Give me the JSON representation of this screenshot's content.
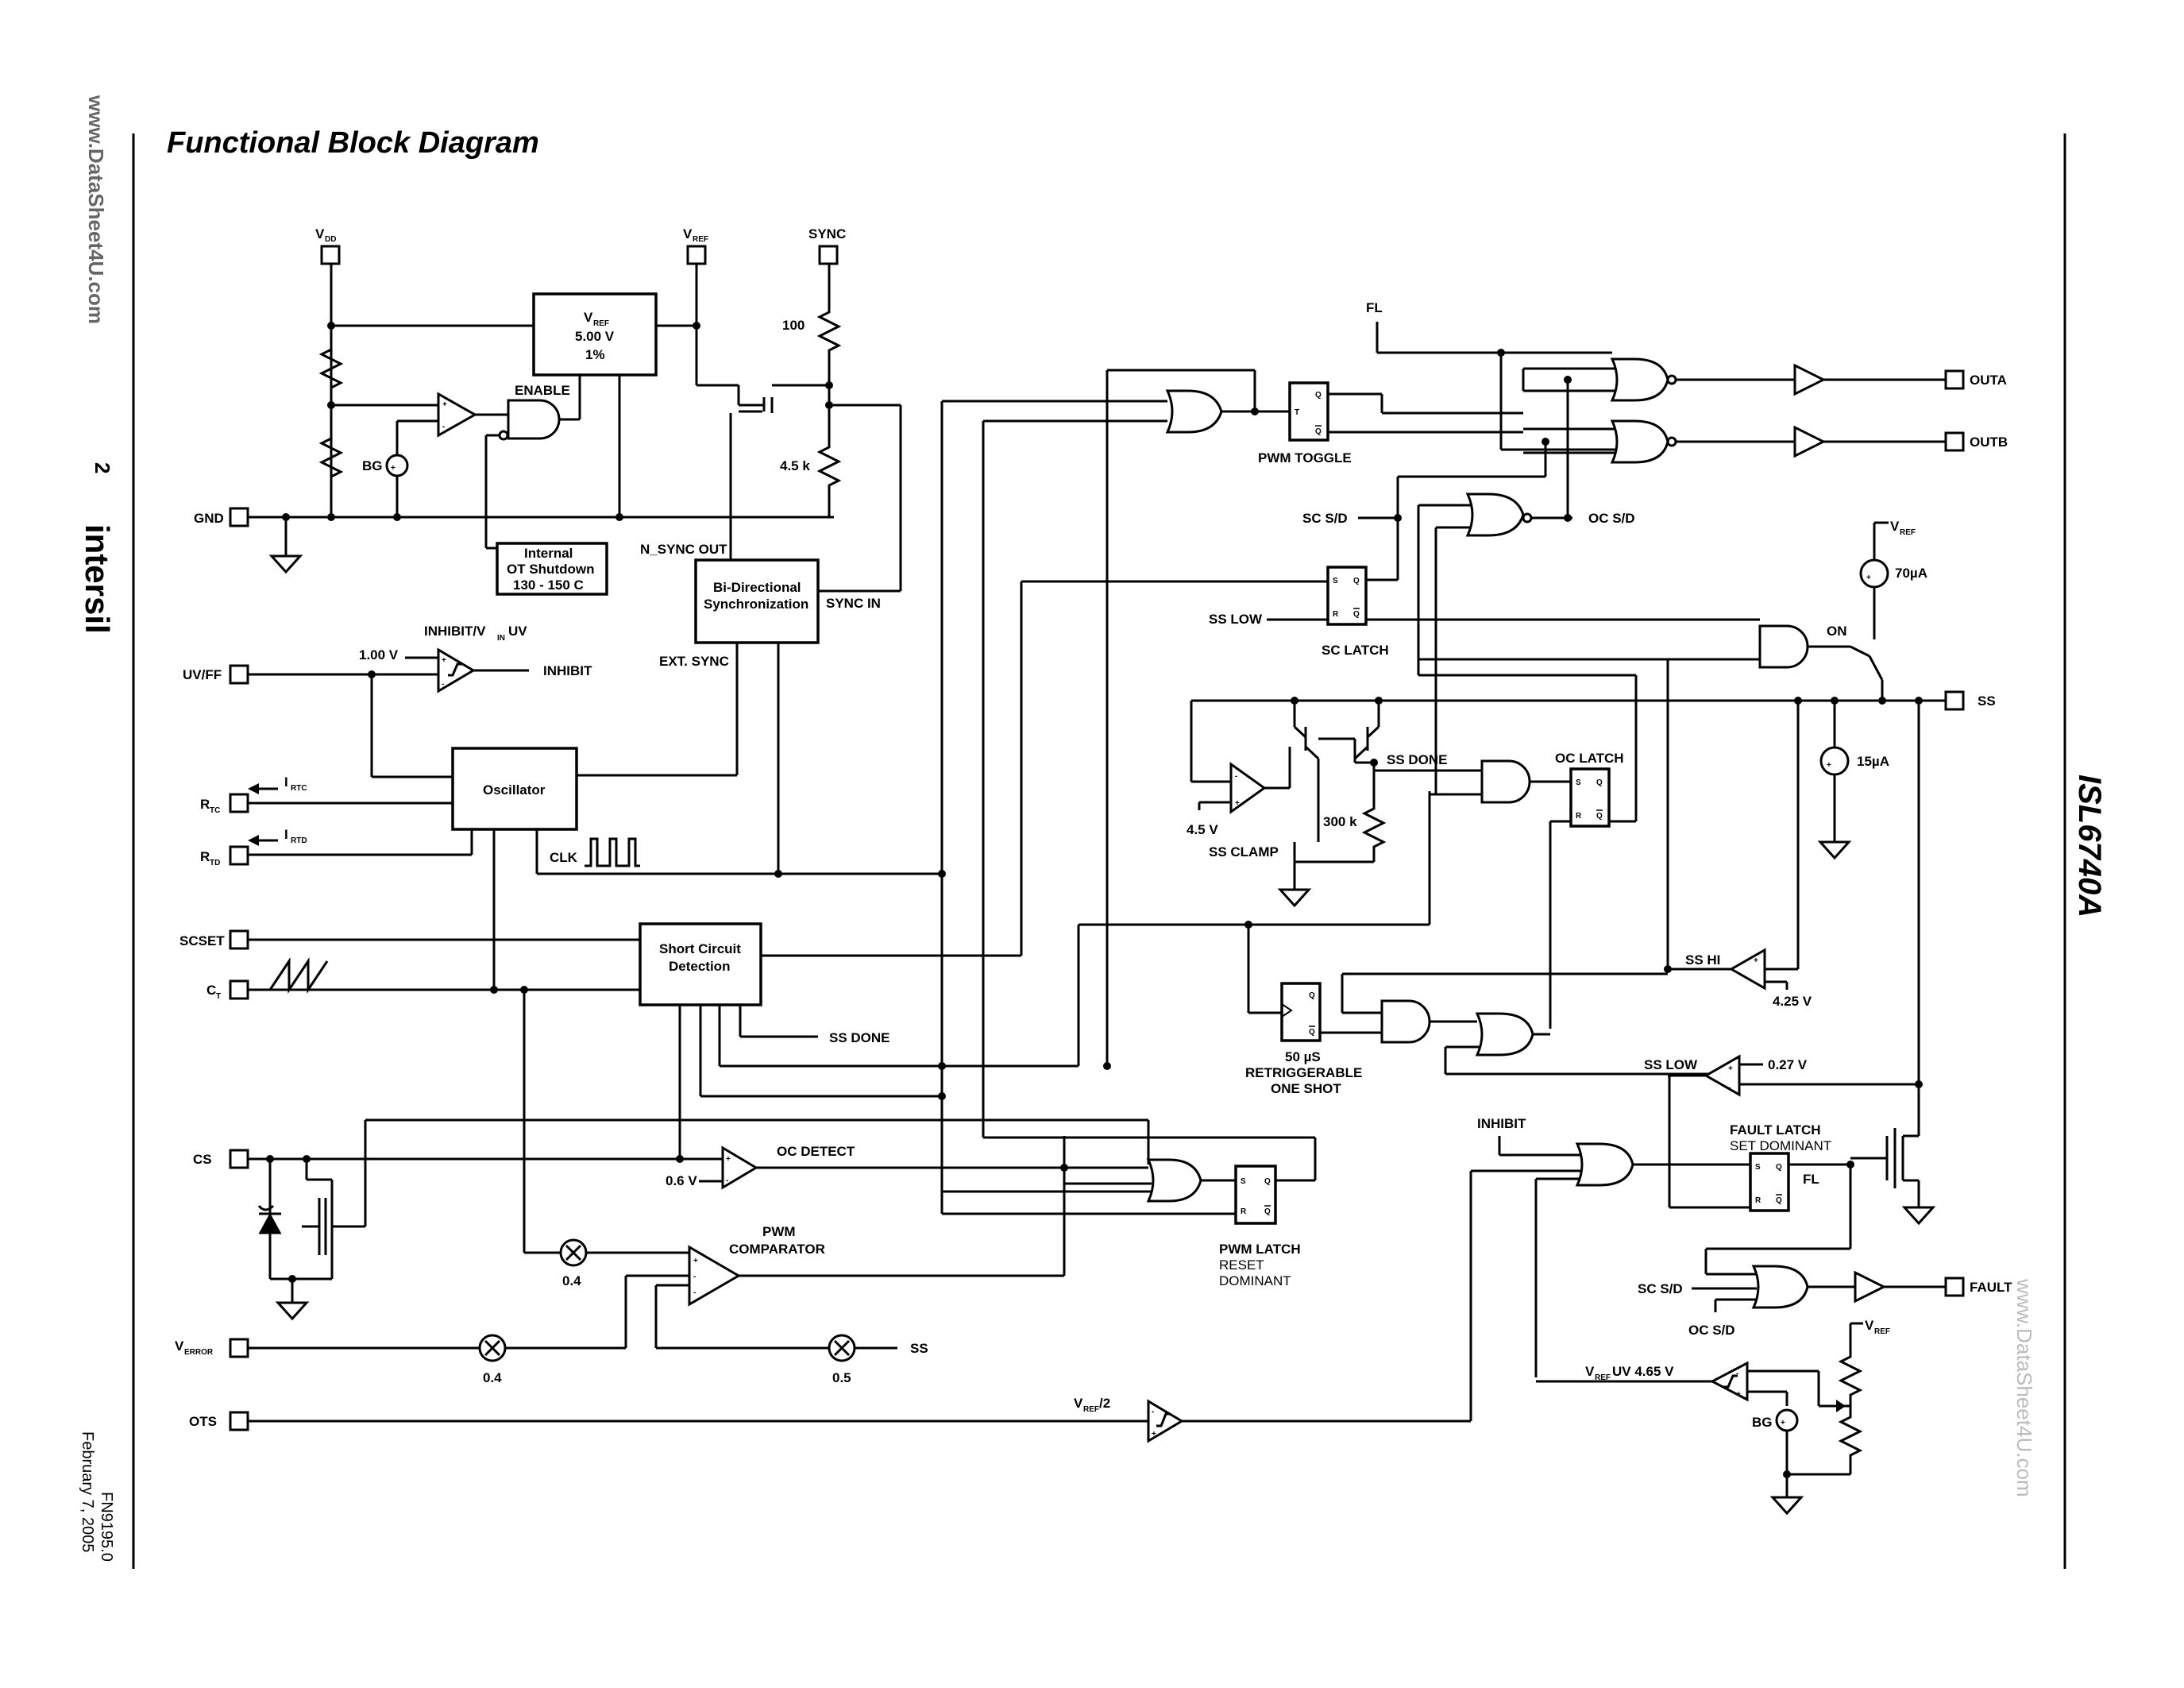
{
  "header": {
    "title": "Functional Block Diagram",
    "part_number": "ISL6740A",
    "page_number": "2",
    "side_url": "www.DataSheet4U.com",
    "logo": "intersil",
    "doc_number": "FN9195.0",
    "date": "February 7, 2005",
    "watermark": "www.DataSheet4U.com"
  },
  "pins": {
    "vdd": "V",
    "vdd_sub": "DD",
    "vref": "V",
    "vref_sub": "REF",
    "sync": "SYNC",
    "gnd": "GND",
    "uvff": "UV/FF",
    "rtc": "R",
    "rtc_sub": "TC",
    "rtd": "R",
    "rtd_sub": "TD",
    "scset": "SCSET",
    "ct": "C",
    "ct_sub": "T",
    "cs": "CS",
    "verror": "V",
    "verror_sub": "ERROR",
    "ots": "OTS",
    "outa": "OUTA",
    "outb": "OUTB",
    "ss": "SS",
    "fault": "FAULT"
  },
  "blocks": {
    "vref_line1": "V",
    "vref_line1_sub": "REF",
    "vref_line2": "5.00 V",
    "vref_line3": "1%",
    "ot_line1": "Internal",
    "ot_line2": "OT Shutdown",
    "ot_line3": "130 - 150 C",
    "bidir_line1": "Bi-Directional",
    "bidir_line2": "Synchronization",
    "oscillator": "Oscillator",
    "scd_line1": "Short Circuit",
    "scd_line2": "Detection"
  },
  "labels": {
    "enable": "ENABLE",
    "bg": "BG",
    "n_sync_out": "N_SYNC OUT",
    "sync_in": "SYNC IN",
    "ext_sync": "EXT. SYNC",
    "r100": "100",
    "r45k": "4.5 k",
    "inhibit_vin_uv": "INHIBIT/V",
    "inhibit_vin_sub": "IN",
    "inhibit_vin_tail": " UV",
    "v100": "1.00 V",
    "inhibit": "INHIBIT",
    "irtc": "I",
    "irtc_sub": "RTC",
    "irtd": "I",
    "irtd_sub": "RTD",
    "clk": "CLK",
    "ss_done": "SS DONE",
    "oc_detect": "OC DETECT",
    "v06": "0.6 V",
    "pwm_comp1": "PWM",
    "pwm_comp2": "COMPARATOR",
    "x04a": "0.4",
    "x04b": "0.4",
    "x05": "0.5",
    "ss_mult": "SS",
    "pwm_latch1": "PWM LATCH",
    "pwm_latch2": "RESET",
    "pwm_latch3": "DOMINANT",
    "vref2": "V",
    "vref2_sub": "REF",
    "vref2_tail": "/2",
    "fl": "FL",
    "pwm_toggle": "PWM TOGGLE",
    "sc_sd": "SC S/D",
    "oc_sd": "OC S/D",
    "ss_low": "SS LOW",
    "sc_latch": "SC LATCH",
    "on": "ON",
    "i70": "70µA",
    "i15": "15µA",
    "ss_done2": "SS DONE",
    "oc_latch": "OC LATCH",
    "v45": "4.5 V",
    "ss_clamp": "SS CLAMP",
    "r300k": "300 k",
    "oneshot1": "50 µS",
    "oneshot2": "RETRIGGERABLE",
    "oneshot3": "ONE SHOT",
    "ss_hi": "SS HI",
    "v425": "4.25 V",
    "ss_low2": "SS LOW",
    "v027": "0.27 V",
    "inhibit2": "INHIBIT",
    "fault_latch1": "FAULT LATCH",
    "fault_latch2": "SET DOMINANT",
    "fl2": "FL",
    "sc_sd2": "SC S/D",
    "oc_sd2": "OC S/D",
    "vref_uv": "V",
    "vref_uv_sub": "REF",
    "vref_uv_tail": " UV 4.65 V",
    "bg2": "BG",
    "vref_top": "V",
    "vref_top_sub": "REF",
    "vref_right": "V",
    "vref_right_sub": "REF",
    "S": "S",
    "R": "R",
    "Q": "Q",
    "T": "T",
    "plus": "+",
    "minus": "-"
  }
}
